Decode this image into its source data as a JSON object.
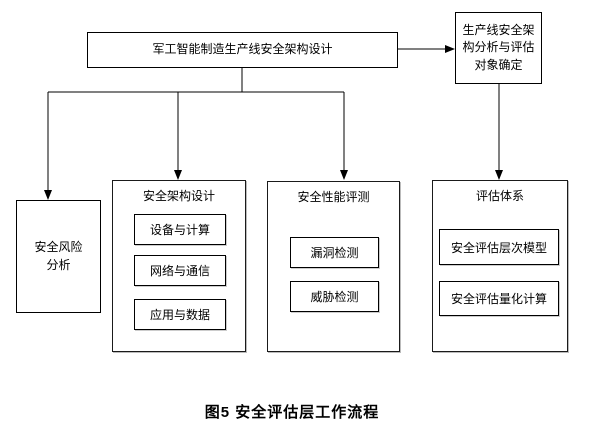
{
  "diagram": {
    "top_box": {
      "label": "军工智能制造生产线安全架构设计"
    },
    "analysis_object_box": {
      "label": "生产线安全架\n构分析与评估\n对象确定"
    },
    "risk_box": {
      "label": "安全风险\n分析"
    },
    "columns": [
      {
        "title": "安全架构设计",
        "items": [
          "设备与计算",
          "网络与通信",
          "应用与数据"
        ]
      },
      {
        "title": "安全性能评测",
        "items": [
          "漏洞检测",
          "威胁检测"
        ]
      },
      {
        "title": "评估体系",
        "items": [
          "安全评估层次模型",
          "安全评估量化计算"
        ]
      }
    ],
    "caption": "图5  安全评估层工作流程"
  },
  "colors": {
    "line": "#000000",
    "box_border": "#000000",
    "background": "#ffffff"
  }
}
